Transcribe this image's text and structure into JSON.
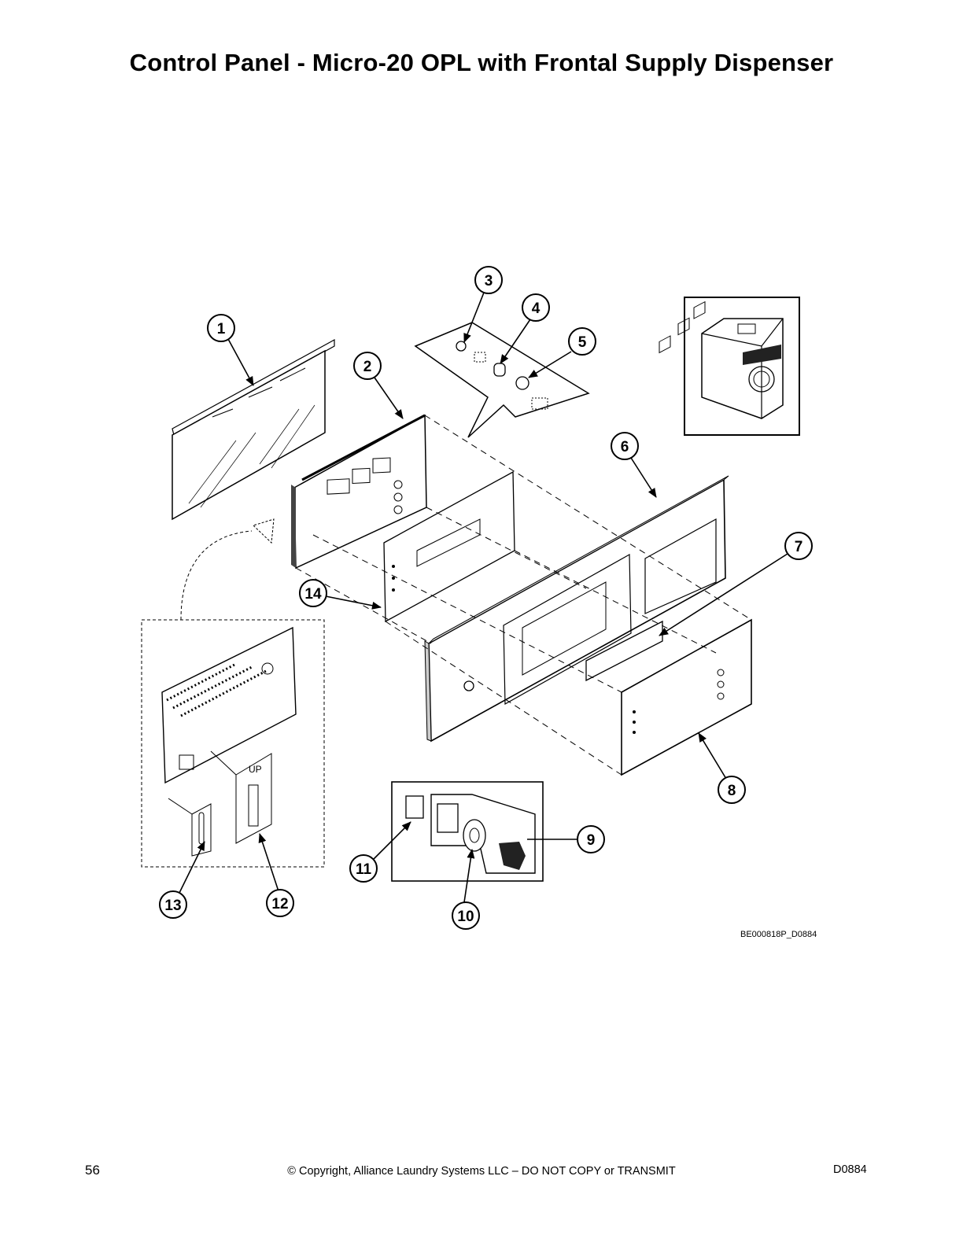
{
  "title": "Control Panel - Micro-20 OPL with Frontal Supply Dispenser",
  "callouts": [
    "1",
    "2",
    "3",
    "4",
    "5",
    "6",
    "7",
    "8",
    "9",
    "10",
    "11",
    "12",
    "13",
    "14"
  ],
  "chip_label": "UP",
  "figure_id": "BE000818P_D0884",
  "footer": {
    "page_number": "56",
    "copyright": "© Copyright, Alliance Laundry Systems LLC – DO NOT COPY or TRANSMIT",
    "doc_id": "D0884"
  }
}
